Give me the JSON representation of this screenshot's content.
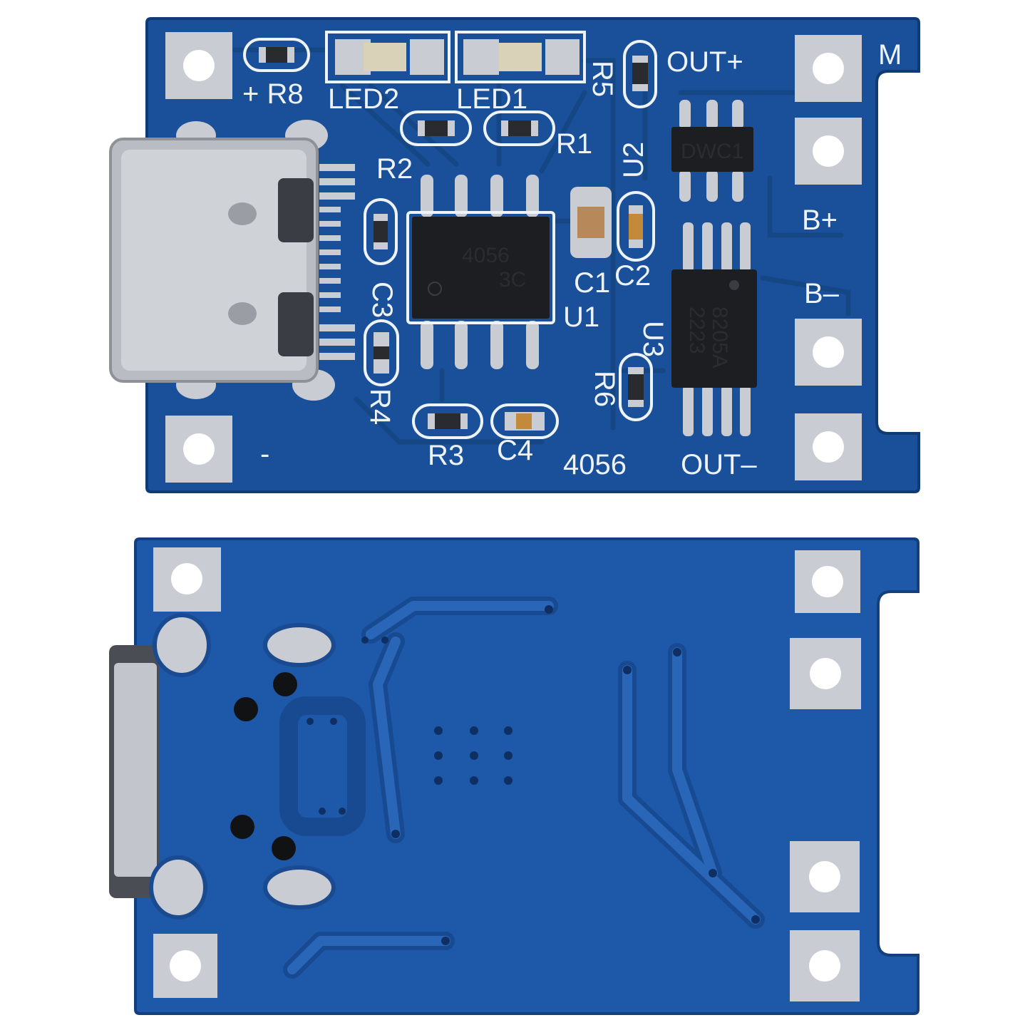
{
  "colors": {
    "pcb": "#1a4f9a",
    "pcb_dark": "#123f7e",
    "pcb_back": "#1e58a8",
    "trace": "#174a90",
    "silk": "#eef3fa",
    "pad": "#c9ccd3",
    "chip": "#1d1e22",
    "usb": "#b9bcc2"
  },
  "front": {
    "labels": {
      "plus_r8": "+ R8",
      "led2": "LED2",
      "led1": "LED1",
      "r5": "R5",
      "out_plus": "OUT+",
      "m": "M",
      "r1": "R1",
      "r2": "R2",
      "u2": "U2",
      "b_plus": "B+",
      "c1": "C1",
      "c2": "C2",
      "b_minus": "B–",
      "c3": "C3",
      "u1": "U1",
      "u3": "U3",
      "r6": "R6",
      "r4": "R4",
      "r3": "R3",
      "c4": "C4",
      "minus": "-",
      "board_name": "4056",
      "out_minus": "OUT–"
    },
    "chips": {
      "u1_marking_line1": "4056",
      "u1_marking_line2": "3C",
      "u2_marking": "DWC1",
      "u3_marking_line1": "8205A",
      "u3_marking_line2": "2223"
    }
  },
  "back": {
    "icons": [
      "mounting-pad-icon",
      "via-icon",
      "trace-icon",
      "usb-c-connector-icon"
    ]
  }
}
